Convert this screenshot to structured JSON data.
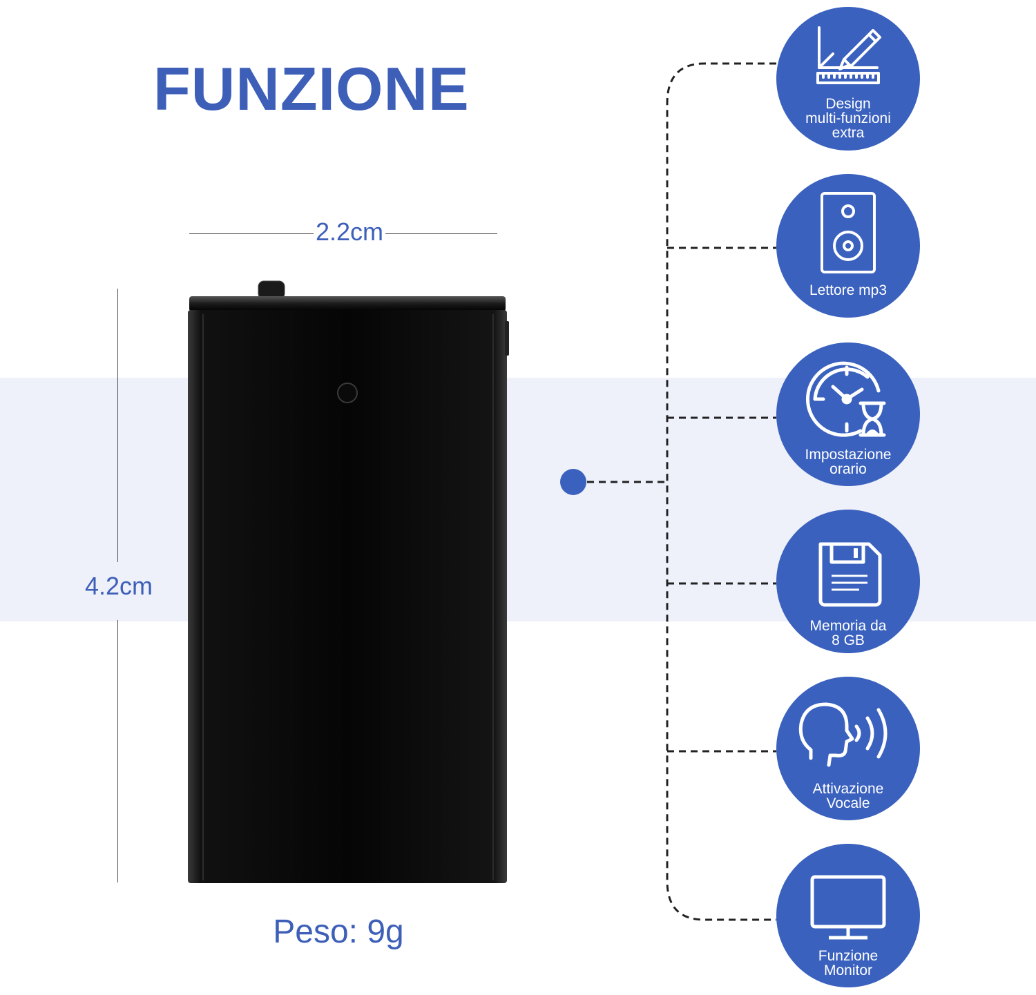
{
  "title": "FUNZIONE",
  "dimensions": {
    "width_label": "2.2cm",
    "height_label": "4.2cm",
    "weight_label": "Peso: 9g"
  },
  "features": [
    {
      "icon": "design-ruler-pen-icon",
      "line1": "Design",
      "line2": "multi-funzioni",
      "line3": "extra"
    },
    {
      "icon": "speaker-icon",
      "line1": "Lettore mp3",
      "line2": "",
      "line3": ""
    },
    {
      "icon": "clock-hourglass-icon",
      "line1": "Impostazione",
      "line2": "orario",
      "line3": ""
    },
    {
      "icon": "floppy-disk-icon",
      "line1": "Memoria da",
      "line2": "8 GB",
      "line3": ""
    },
    {
      "icon": "voice-activation-icon",
      "line1": "Attivazione",
      "line2": "Vocale",
      "line3": ""
    },
    {
      "icon": "monitor-icon",
      "line1": "Funzione",
      "line2": "Monitor",
      "line3": ""
    }
  ],
  "colors": {
    "accent": "#3a61be",
    "title": "#3d5fb8",
    "band": "#eef0fa",
    "device": "#0b0b0b"
  }
}
